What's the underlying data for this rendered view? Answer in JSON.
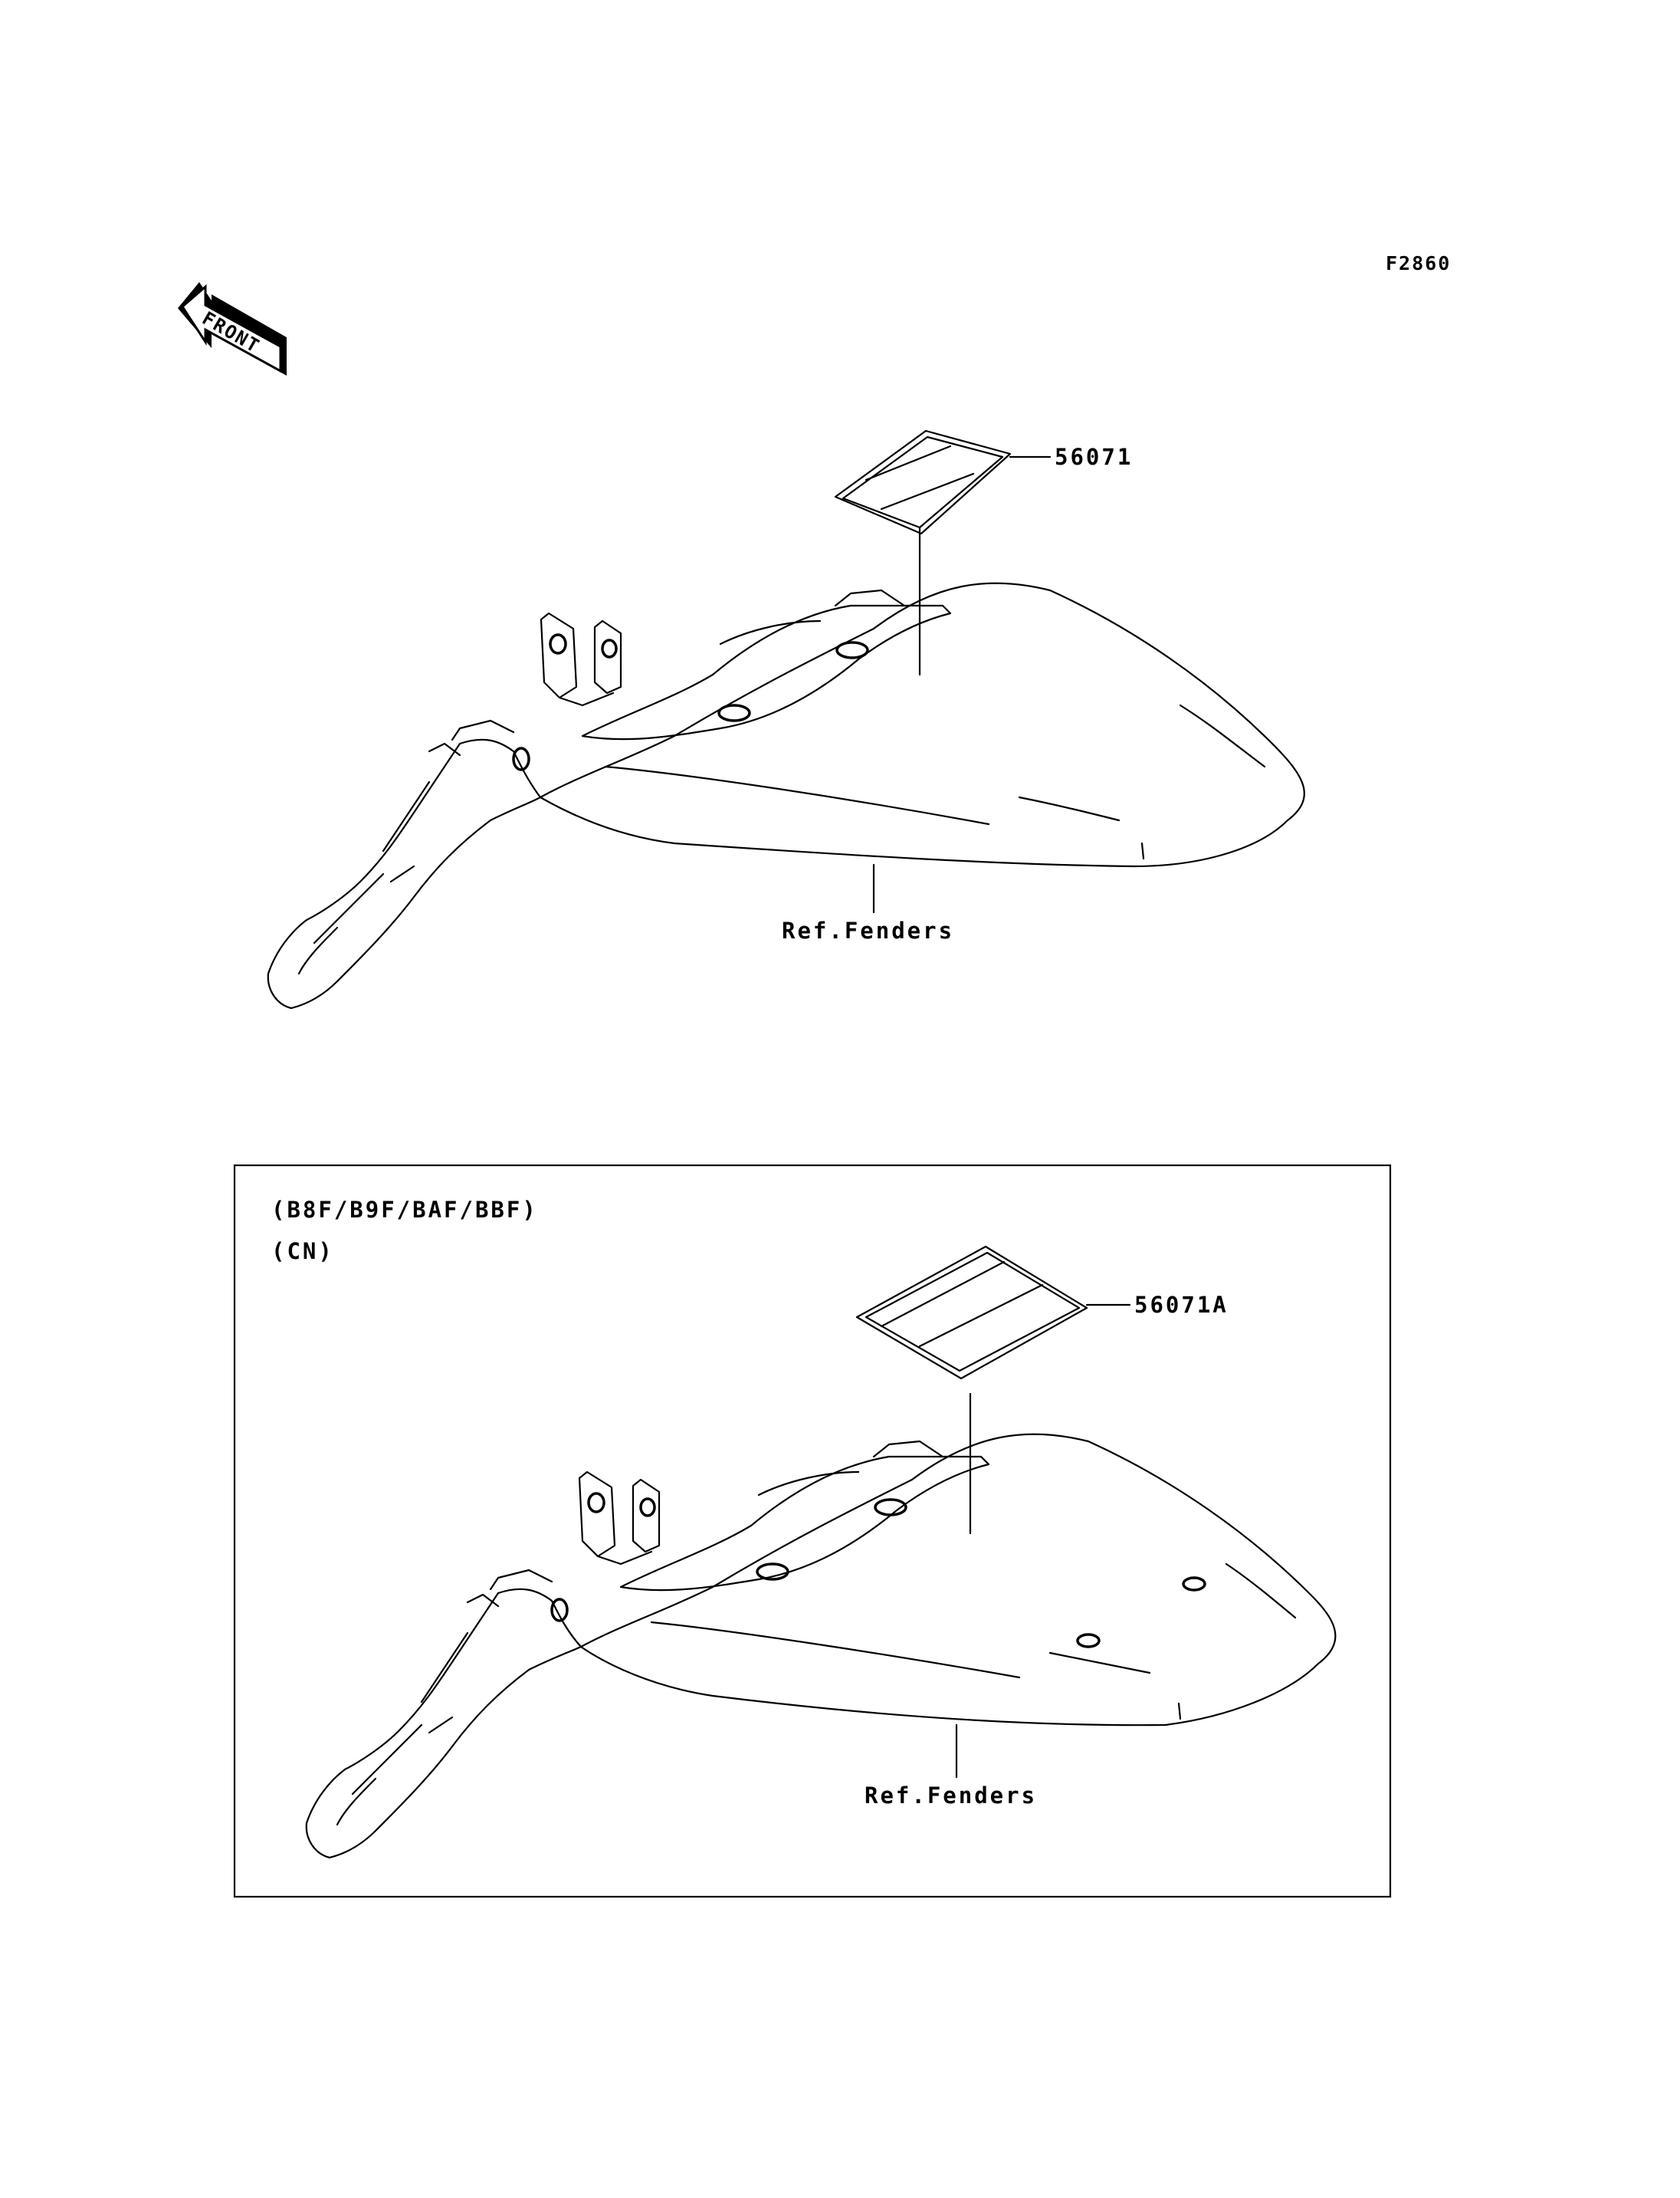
{
  "diagram_code": "F2860",
  "front_arrow": {
    "label": "FRONT",
    "icon": "front-direction-arrow-icon"
  },
  "top": {
    "part_number": "56071",
    "ref_label": "Ref.Fenders"
  },
  "inset": {
    "models": "(B8F/B9F/BAF/BBF)",
    "region": "(CN)",
    "part_number": "56071A",
    "ref_label": "Ref.Fenders"
  }
}
